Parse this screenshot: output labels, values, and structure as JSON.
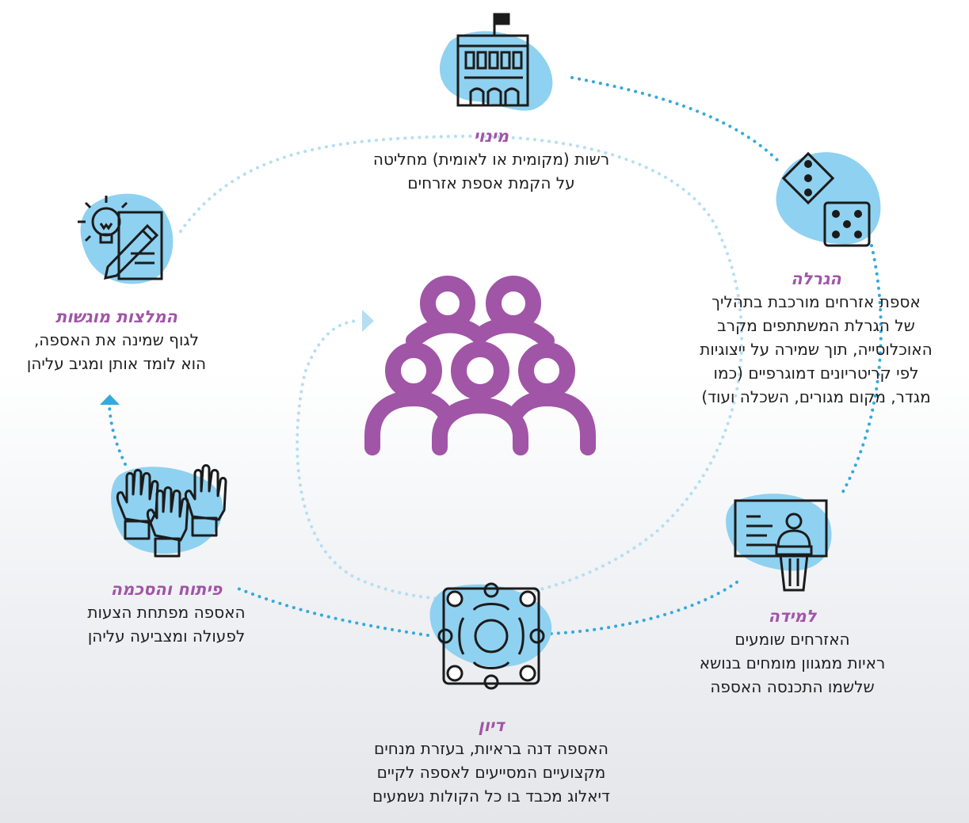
{
  "steps": {
    "appointment": {
      "title": "מינוי",
      "lines": [
        "רשות (מקומית או לאומית) מחליטה",
        "על הקמת אספת אזרחים"
      ],
      "icon": "city-hall-icon"
    },
    "lottery": {
      "title": "הגרלה",
      "lines": [
        "אספת אזרחים מורכבת בתהליך",
        "של הגרלת המשתתפים מקרב",
        "האוכלוסייה, תוך שמירה על ייצוגיות",
        "לפי קריטריונים דמוגרפיים (כמו",
        "מגדר, מקום מגורים, השכלה ועוד)"
      ],
      "icon": "dice-icon"
    },
    "learning": {
      "title": "למידה",
      "lines": [
        "האזרחים שומעים",
        "ראיות ממגוון מומחים בנושא",
        "שלשמו התכנסה האספה"
      ],
      "icon": "lecture-icon"
    },
    "discussion": {
      "title": "דיון",
      "lines": [
        "האספה דנה בראיות, בעזרת מנחים",
        "מקצועיים המסייעים לאספה לקיים",
        "דיאלוג מכבד בו כל הקולות נשמעים"
      ],
      "icon": "round-table-icon"
    },
    "development": {
      "title": "פיתוח והסכמה",
      "lines": [
        "האספה מפתחת הצעות",
        "לפעולה ומצביעה עליהן"
      ],
      "icon": "raised-hands-icon"
    },
    "recommendations": {
      "title": "המלצות מוגשות",
      "lines": [
        "לגוף שמינה את האספה,",
        "הוא לומד אותן ומגיב עליהן"
      ],
      "icon": "idea-document-icon"
    }
  },
  "center_icon": "people-group-icon",
  "colors": {
    "accent": "#a155a7",
    "blob": "#8fd1f0",
    "dots": "#35a9dd",
    "inner_dots": "#b5def2",
    "icon_stroke": "#1b1b1b"
  }
}
